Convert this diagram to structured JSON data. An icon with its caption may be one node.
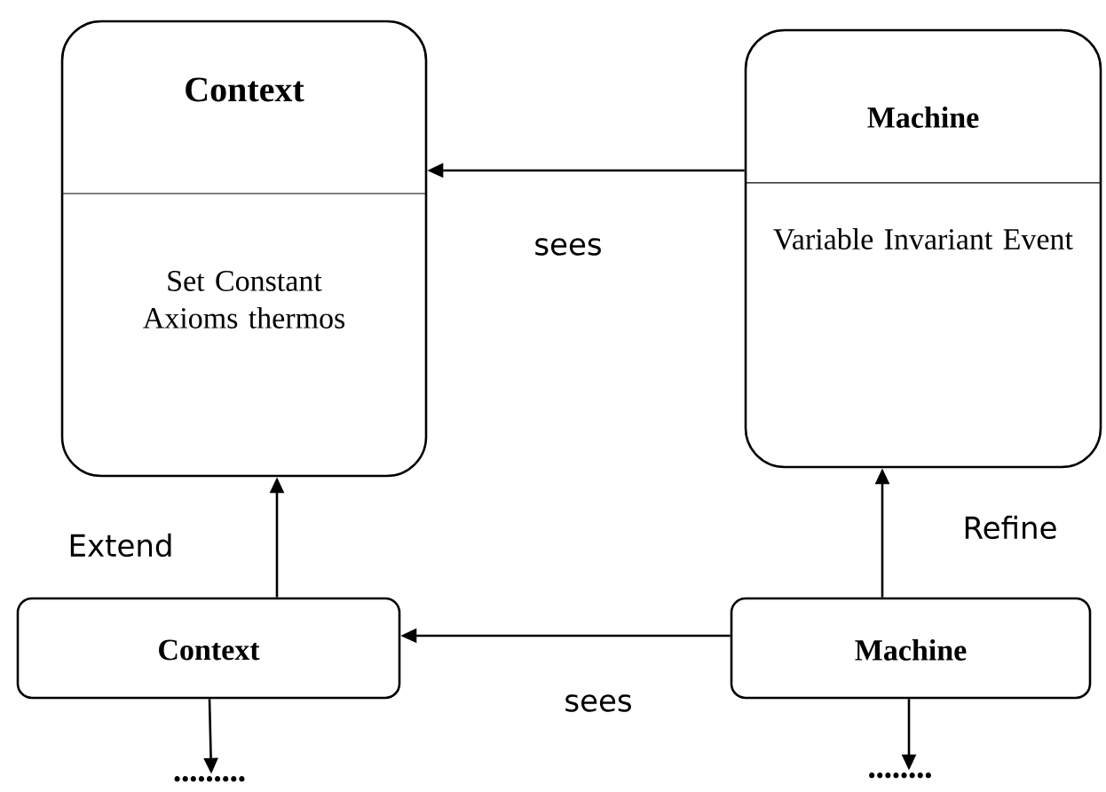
{
  "diagram": {
    "nodes": [
      {
        "text": [
          "Context",
          "Set Constant Axioms thermos"
        ]
      },
      {
        "text": [
          "Machine",
          "Variable Invariant Event"
        ]
      },
      {
        "text": [
          "Context"
        ]
      },
      {
        "text": [
          "Machine"
        ]
      },
      {
        "text": [
          "•••••••••"
        ]
      },
      {
        "text": [
          "••••••••"
        ]
      }
    ],
    "edges": [
      {
        "from": 1,
        "to": 0,
        "arrow": "to",
        "label": "sees"
      },
      {
        "from": 2,
        "to": 0,
        "arrow": "to",
        "label": "Extend"
      },
      {
        "from": 3,
        "to": 1,
        "arrow": "to",
        "label": "Refine"
      },
      {
        "from": 3,
        "to": 2,
        "arrow": "to",
        "label": "sees"
      },
      {
        "from": 2,
        "to": 4,
        "arrow": "to"
      },
      {
        "from": 3,
        "to": 5,
        "arrow": "to"
      }
    ]
  }
}
